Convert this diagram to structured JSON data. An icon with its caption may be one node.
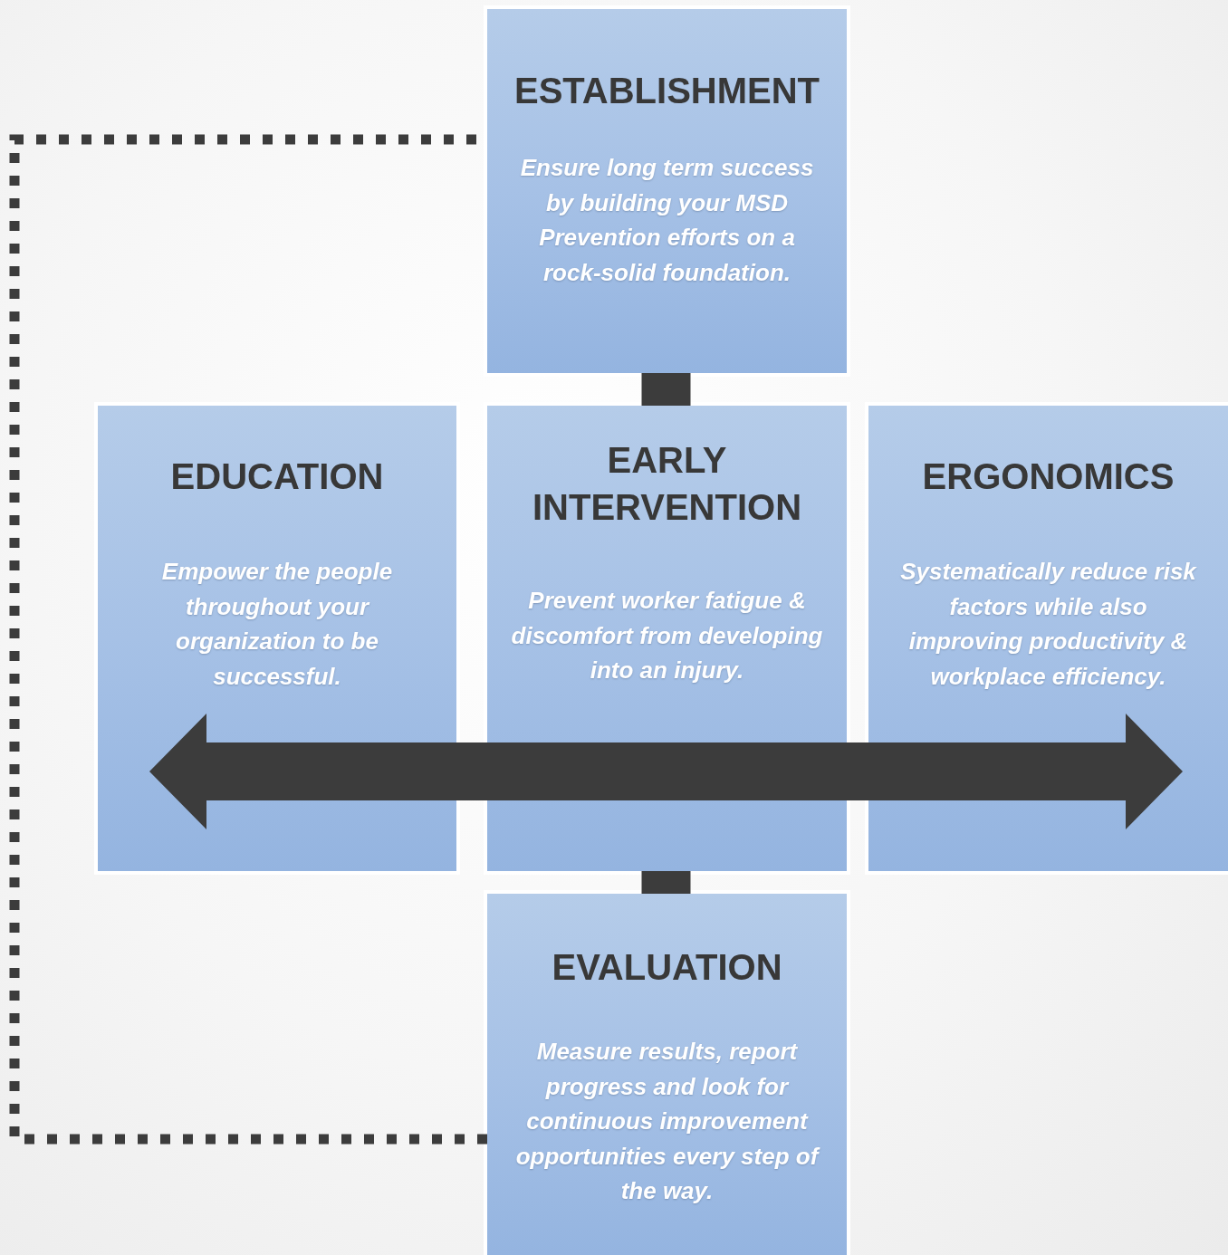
{
  "diagram": {
    "nodes": [
      {
        "text": [
          "ESTABLISHMENT",
          "Ensure long term success by building your MSD Prevention efforts on a rock-solid foundation."
        ]
      },
      {
        "text": [
          "EDUCATION",
          "Empower the people throughout your organization to be successful."
        ]
      },
      {
        "text": [
          "EARLY INTERVENTION",
          "Prevent worker fatigue & discomfort from developing into an injury."
        ]
      },
      {
        "text": [
          "ERGONOMICS",
          "Systematically reduce risk factors while also improving productivity & workplace efficiency."
        ]
      },
      {
        "text": [
          "EVALUATION",
          "Measure results, report progress and look for continuous improvement opportunities every step of the way."
        ]
      }
    ],
    "edges": [
      {
        "from": 0,
        "to": 2,
        "arrow": "none"
      },
      {
        "from": 2,
        "to": 4,
        "arrow": "none"
      },
      {
        "from": 1,
        "to": 3,
        "arrow": "both",
        "style": "thick"
      },
      {
        "from": 4,
        "to": 0,
        "arrow": "none",
        "style": "dashed"
      }
    ]
  }
}
